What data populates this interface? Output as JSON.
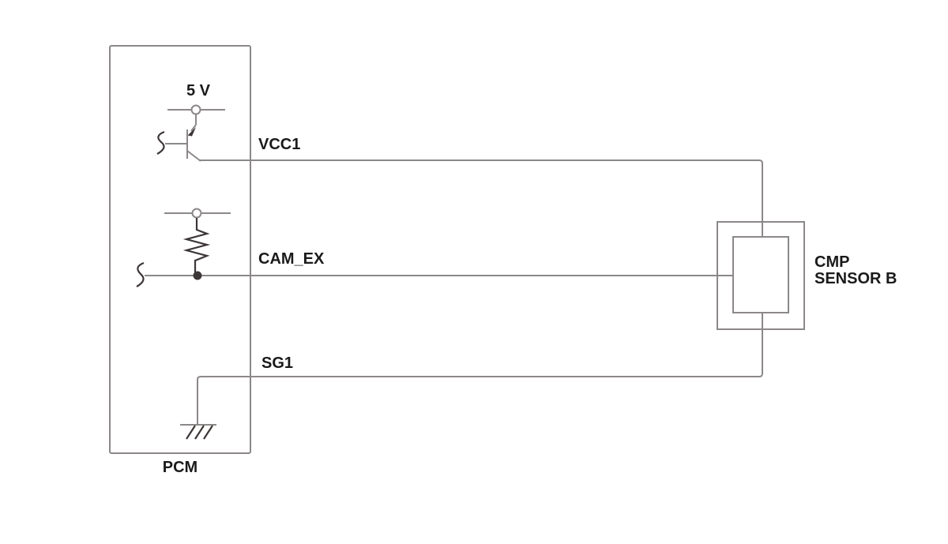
{
  "diagram": {
    "title_context": "PCM to CMP sensor wiring schematic",
    "labels": {
      "supply_voltage": "5 V",
      "wire_vcc1": "VCC1",
      "wire_cam_ex": "CAM_EX",
      "wire_sg1": "SG1",
      "module": "PCM",
      "sensor_line1": "CMP",
      "sensor_line2": "SENSOR B"
    },
    "components": [
      "5v-supply-rail-icon",
      "pnp-transistor-icon",
      "supply-rail-icon",
      "pull-up-resistor-icon",
      "junction-dot-icon",
      "wire-break-squiggle-icon",
      "chassis-ground-icon",
      "sensor-connector-box",
      "sensor-body-box"
    ],
    "colors": {
      "background": "#ffffff",
      "wire": "#8c8888",
      "component": "#3d3637",
      "text": "#1a1a1a"
    }
  }
}
